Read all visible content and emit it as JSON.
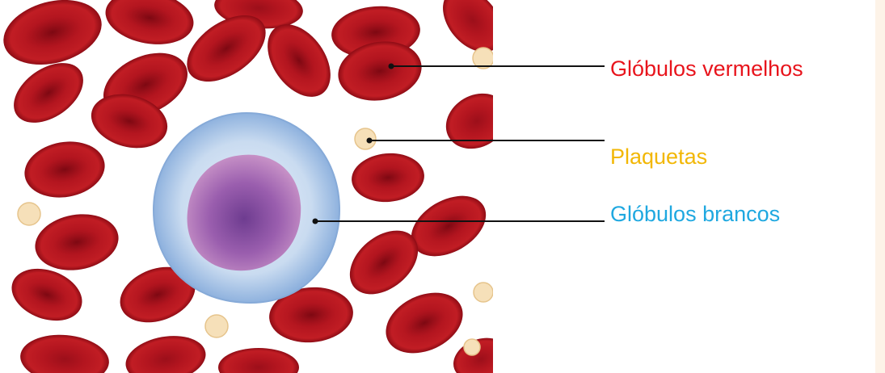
{
  "labels": {
    "red_cells": "Glóbulos vermelhos",
    "platelets": "Plaquetas",
    "white_cell": "Glóbulos brancos"
  },
  "colors": {
    "red_cells_label": "#e8141c",
    "platelets_label": "#f2b705",
    "white_cell_label": "#1fa8e0",
    "side_strip": "#fdf3e8"
  }
}
